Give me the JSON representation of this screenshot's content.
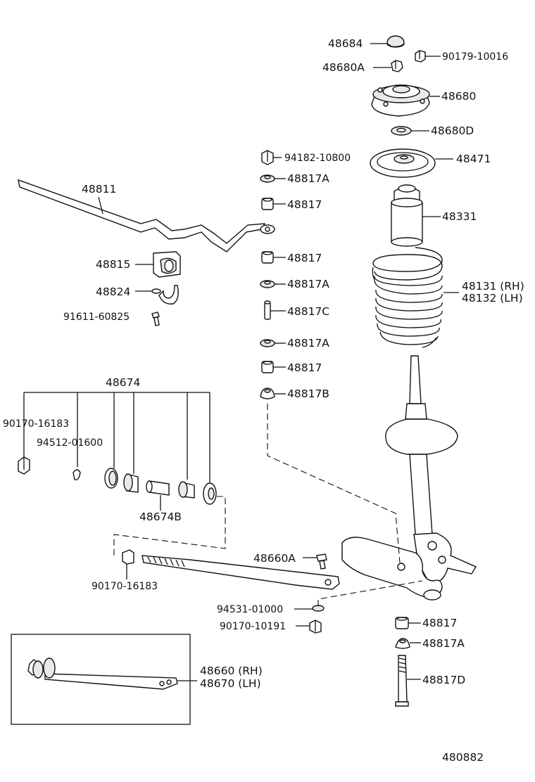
{
  "labels": {
    "p48684": "48684",
    "p90179": "90179-10016",
    "p48680A": "48680A",
    "p48680": "48680",
    "p48680D": "48680D",
    "p94182": "94182-10800",
    "p48471": "48471",
    "p48817A_top": "48817A",
    "p48817_1": "48817",
    "p48331": "48331",
    "p48811": "48811",
    "p48817_2": "48817",
    "p48815": "48815",
    "p48817A_2": "48817A",
    "p48131": "48131 (RH)",
    "p48132": "48132 (LH)",
    "p48824": "48824",
    "p48817C": "48817C",
    "p91611": "91611-60825",
    "p48817A_3": "48817A",
    "p48817_3": "48817",
    "p48674": "48674",
    "p48817B": "48817B",
    "p90170_16183a": "90170-16183",
    "p94512": "94512-01600",
    "p48674B": "48674B",
    "p48660A": "48660A",
    "p90170_16183b": "90170-16183",
    "p94531": "94531-01000",
    "p90170_10191": "90170-10191",
    "p48817_4": "48817",
    "p48817A_4": "48817A",
    "p48660": "48660 (RH)",
    "p48670": "48670 (LH)",
    "p48817D": "48817D",
    "ref": "480882"
  }
}
